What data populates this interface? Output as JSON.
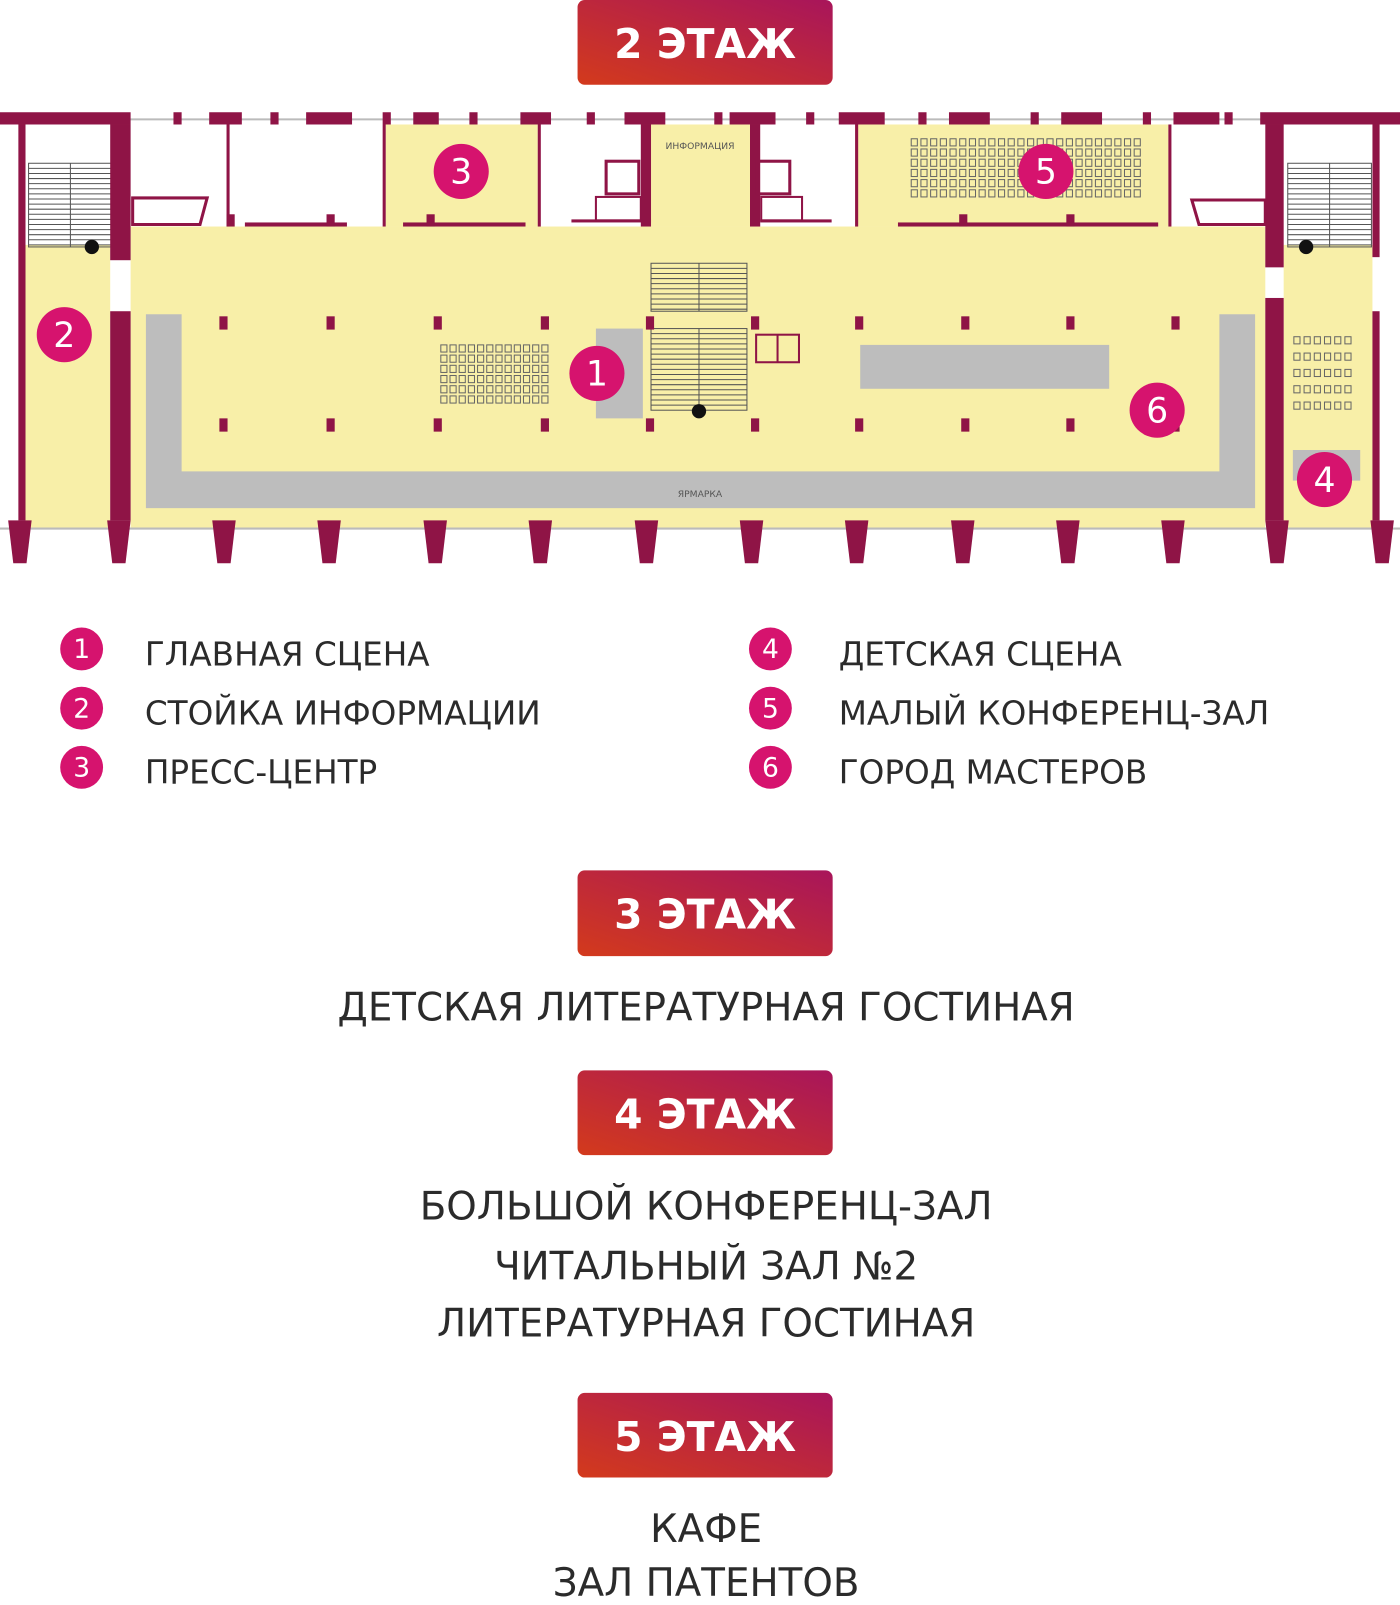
{
  "colors": {
    "wall": "#8f1446",
    "floor": "#f8efa8",
    "booth": "#bdbdbd",
    "marker": "#d6136e",
    "btn_from": "#d33a1c",
    "btn_to": "#a8155b"
  },
  "floor2": {
    "title": "2 ЭТАЖ",
    "map_labels": {
      "info": "ИНФОРМАЦИЯ",
      "fair": "ЯРМАРКА"
    },
    "markers": [
      "1",
      "2",
      "3",
      "4",
      "5",
      "6"
    ],
    "legend": [
      {
        "num": "1",
        "label": "ГЛАВНАЯ СЦЕНА"
      },
      {
        "num": "2",
        "label": "СТОЙКА ИНФОРМАЦИИ"
      },
      {
        "num": "3",
        "label": "ПРЕСС-ЦЕНТР"
      },
      {
        "num": "4",
        "label": "ДЕТСКАЯ СЦЕНА"
      },
      {
        "num": "5",
        "label": "МАЛЫЙ КОНФЕРЕНЦ-ЗАЛ"
      },
      {
        "num": "6",
        "label": "ГОРОД МАСТЕРОВ"
      }
    ]
  },
  "floor3": {
    "title": "3 ЭТАЖ",
    "items": [
      "ДЕТСКАЯ ЛИТЕРАТУРНАЯ ГОСТИНАЯ"
    ]
  },
  "floor4": {
    "title": "4 ЭТАЖ",
    "items": [
      "БОЛЬШОЙ КОНФЕРЕНЦ-ЗАЛ",
      "ЧИТАЛЬНЫЙ ЗАЛ №2",
      "ЛИТЕРАТУРНАЯ ГОСТИНАЯ"
    ]
  },
  "floor5": {
    "title": "5 ЭТАЖ",
    "items": [
      "КАФЕ",
      "ЗАЛ ПАТЕНТОВ"
    ]
  }
}
